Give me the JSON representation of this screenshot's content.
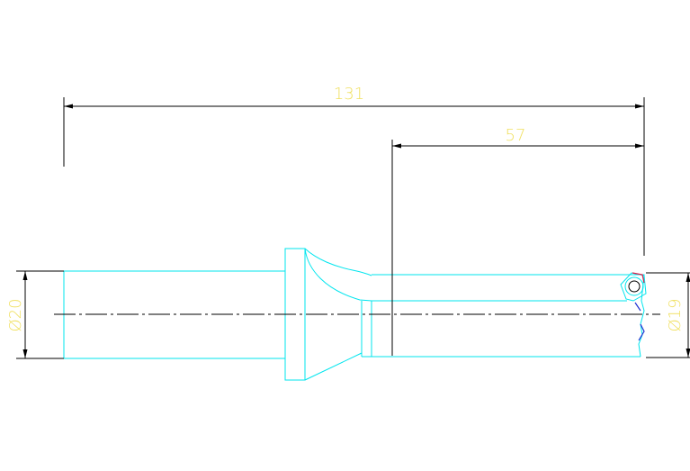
{
  "colors": {
    "background": "#ffffff",
    "outline": "#00e5ee",
    "dimension_line": "#000000",
    "dimension_text": "#f0e060",
    "centerline": "#000000",
    "insert_accent_red": "#e0204a",
    "insert_accent_blue": "#2030d0"
  },
  "dimensions": {
    "overall_length": "131",
    "flute_length": "57",
    "shank_diameter": "Ø20",
    "cutting_diameter": "Ø19"
  }
}
